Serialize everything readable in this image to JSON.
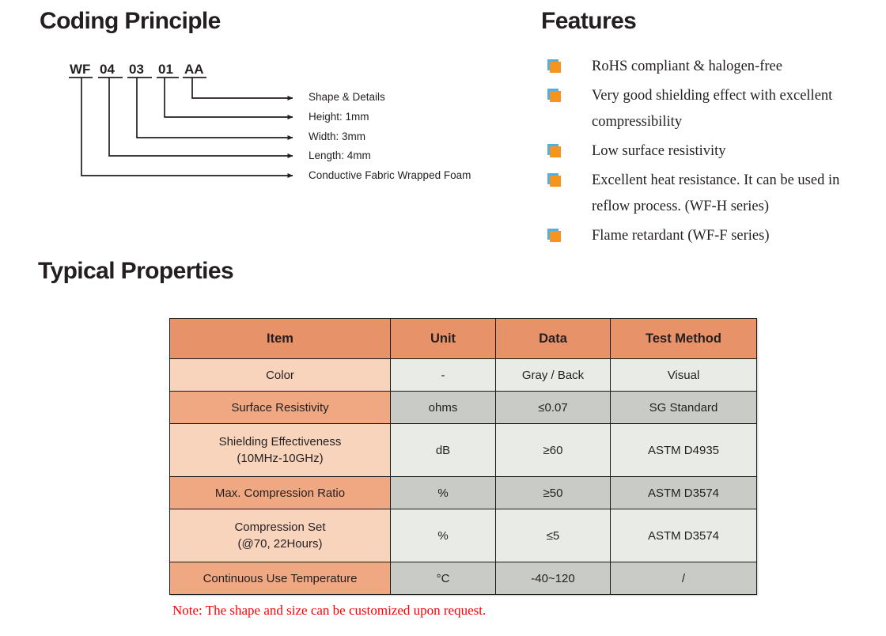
{
  "sections": {
    "coding": {
      "heading": "Coding Principle"
    },
    "features": {
      "heading": "Features"
    },
    "typical": {
      "heading": "Typical Properties"
    }
  },
  "coding": {
    "part_code_segments": [
      "WF",
      "04",
      "03",
      "01",
      "AA"
    ],
    "leader_labels": [
      "Shape & Details",
      "Height: 1mm",
      "Width: 3mm",
      "Length: 4mm",
      "Conductive Fabric Wrapped Foam"
    ]
  },
  "features": {
    "bullet_color": "#f7941e",
    "bullet_shadow_color": "#55aee0",
    "items": [
      "RoHS compliant & halogen-free",
      "Very good shielding effect with excellent compressibility",
      "Low surface resistivity",
      "Excellent heat resistance. It can be used in reflow process. (WF-H series)",
      "Flame retardant (WF-F series)"
    ]
  },
  "table": {
    "header_bg": "#e8926a",
    "headers": [
      "Item",
      "Unit",
      "Data",
      "Test Method"
    ],
    "rows": [
      {
        "item": "Color",
        "unit": "-",
        "data": "Gray / Back",
        "test": "Visual"
      },
      {
        "item": "Surface Resistivity",
        "unit": "ohms",
        "data": "≤0.07",
        "test": "SG Standard"
      },
      {
        "item": "Shielding Effectiveness\n(10MHz-10GHz)",
        "unit": "dB",
        "data": "≥60",
        "test": "ASTM D4935"
      },
      {
        "item": "Max. Compression Ratio",
        "unit": "%",
        "data": "≥50",
        "test": "ASTM D3574"
      },
      {
        "item": "Compression Set\n(@70, 22Hours)",
        "unit": "%",
        "data": "≤5",
        "test": "ASTM D3574"
      },
      {
        "item": "Continuous Use Temperature",
        "unit": "°C",
        "data": "-40~120",
        "test": "/"
      }
    ],
    "note": "Note: The shape and size can be customized upon request.",
    "note_color": "#ff0000"
  }
}
